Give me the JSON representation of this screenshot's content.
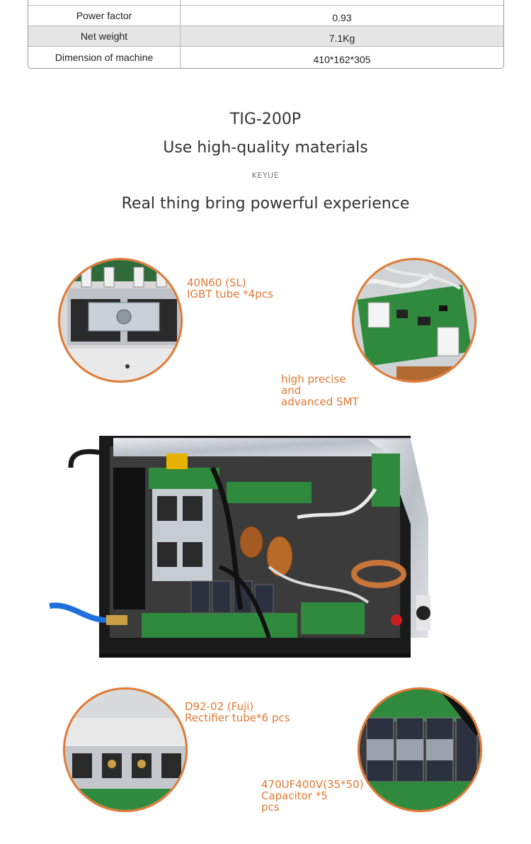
{
  "spec_table": {
    "rows": [
      {
        "label": "",
        "value": ""
      },
      {
        "label": "Power factor",
        "value": "0.93"
      },
      {
        "label": "Net weight",
        "value": "7.1Kg"
      },
      {
        "label": "Dimension of machine",
        "value": "410*162*305"
      }
    ]
  },
  "headings": {
    "model": "TIG-200P",
    "subtitle": "Use high-quality materials",
    "brand": "KEYUE",
    "tagline": "Real thing bring powerful experience"
  },
  "callouts": {
    "igbt": {
      "line1": "40N60 (SL)",
      "line2": "IGBT tube *4pcs"
    },
    "smt": {
      "line1": "high precise",
      "line2": "and",
      "line3": "advanced SMT"
    },
    "rectifier": {
      "line1": "D92-02 (Fuji)",
      "line2": "Rectifier tube*6 pcs"
    },
    "capacitor": {
      "line1": "470UF400V(35*50)",
      "line2": "Capacitor *5",
      "line3": "pcs"
    }
  },
  "colors": {
    "accent": "#e07a35",
    "table_shade": "#e6e6e6",
    "pcb_green": "#2f8a3e",
    "chassis_black": "#1a1a1a"
  }
}
